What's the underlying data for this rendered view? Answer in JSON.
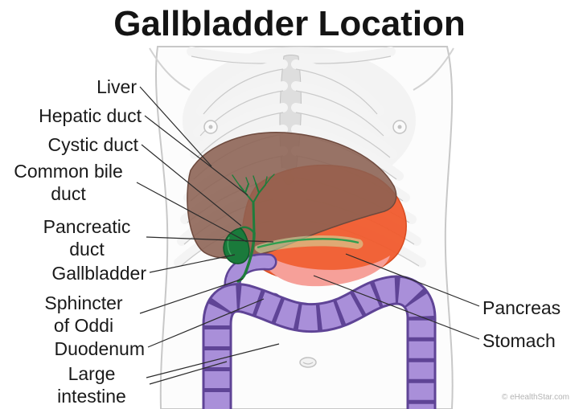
{
  "title": "Gallbladder Location",
  "watermark": "© eHealthStar.com",
  "labels": {
    "left": [
      {
        "text": "Liver"
      },
      {
        "text": "Hepatic duct"
      },
      {
        "text": "Cystic duct"
      },
      {
        "text": "Common bile\nduct"
      },
      {
        "text": "Pancreatic\nduct"
      },
      {
        "text": "Gallbladder"
      },
      {
        "text": "Sphincter\nof Oddi"
      },
      {
        "text": "Duodenum"
      },
      {
        "text": "Large\nintestine"
      }
    ],
    "right": [
      {
        "text": "Pancreas"
      },
      {
        "text": "Stomach"
      }
    ]
  },
  "colors": {
    "title_text": "#141414",
    "label_text": "#1a1a1a",
    "leader_line": "#2b2b2b",
    "body_outline": "#c8c8c8",
    "liver": "#8b6152",
    "liver_edge": "#6e4a3e",
    "stomach": "#f15b2e",
    "stomach_edge": "#d84315",
    "stomach_inner": "#f6a099",
    "pancreas": "#cfe3a6",
    "duct_green": "#2f9e4f",
    "bile_tree": "#1f7d3c",
    "gallbladder": "#1a7a3b",
    "gallbladder_edge": "#10592a",
    "intestine": "#a98fd9",
    "intestine_dark": "#5f4496",
    "watermark": "#b3b3b3"
  }
}
